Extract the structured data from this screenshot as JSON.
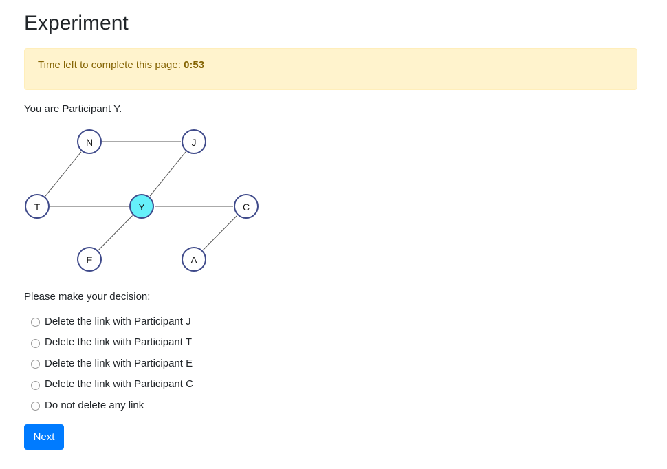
{
  "page": {
    "title": "Experiment"
  },
  "timer": {
    "label": "Time left to complete this page:",
    "value": "0:53",
    "alert_bg": "#fff3cd",
    "alert_text": "#856404"
  },
  "participant": {
    "intro": "You are Participant Y."
  },
  "network": {
    "self": "Y",
    "self_color": "#66f0fa",
    "node_stroke": "#3f4a8a",
    "nodes": [
      "N",
      "J",
      "T",
      "Y",
      "C",
      "E",
      "A"
    ],
    "edges": [
      [
        "N",
        "J"
      ],
      [
        "N",
        "T"
      ],
      [
        "J",
        "Y"
      ],
      [
        "T",
        "Y"
      ],
      [
        "Y",
        "C"
      ],
      [
        "Y",
        "E"
      ],
      [
        "C",
        "A"
      ]
    ]
  },
  "decision": {
    "prompt": "Please make your decision:",
    "options": [
      "Delete the link with Participant J",
      "Delete the link with Participant T",
      "Delete the link with Participant E",
      "Delete the link with Participant C",
      "Do not delete any link"
    ],
    "selected": null
  },
  "next_button": {
    "label": "Next",
    "color": "#007bff"
  }
}
